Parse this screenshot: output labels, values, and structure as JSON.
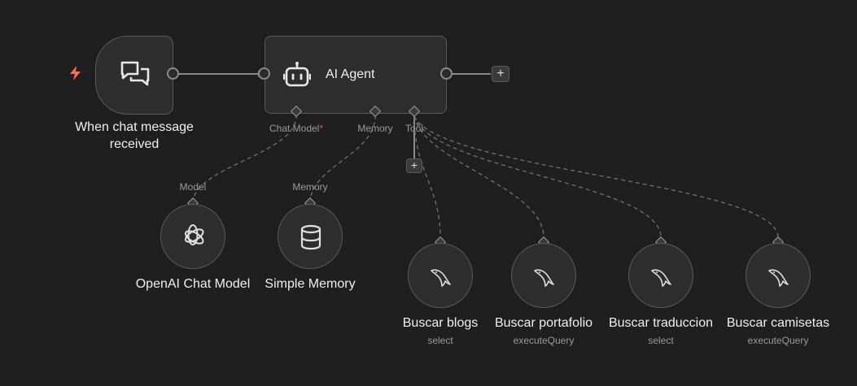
{
  "canvas": {
    "accent_required": "#ea4b71",
    "trigger_icon_color": "#ff6d5a"
  },
  "trigger": {
    "label": "When chat message received",
    "label_line1": "When chat message",
    "label_line2": "received",
    "icon": "chat-bubbles-icon",
    "badge_icon": "lightning-bolt-icon"
  },
  "agent": {
    "title": "AI Agent",
    "icon": "robot-icon",
    "ports": {
      "chat_model": "Chat Model",
      "chat_model_required": "*",
      "memory": "Memory",
      "tool": "Tool"
    },
    "add_output": "+",
    "add_tool": "+"
  },
  "subnodes": {
    "model": {
      "port_label": "Model",
      "label": "OpenAI Chat Model",
      "icon": "openai-icon"
    },
    "memory": {
      "port_label": "Memory",
      "label": "Simple Memory",
      "icon": "database-icon"
    }
  },
  "tools": [
    {
      "label": "Buscar blogs",
      "operation": "select",
      "icon": "mysql-dolphin-icon"
    },
    {
      "label": "Buscar portafolio",
      "operation": "executeQuery",
      "icon": "mysql-dolphin-icon"
    },
    {
      "label": "Buscar traduccion",
      "operation": "select",
      "icon": "mysql-dolphin-icon"
    },
    {
      "label": "Buscar camisetas",
      "operation": "executeQuery",
      "icon": "mysql-dolphin-icon"
    }
  ]
}
